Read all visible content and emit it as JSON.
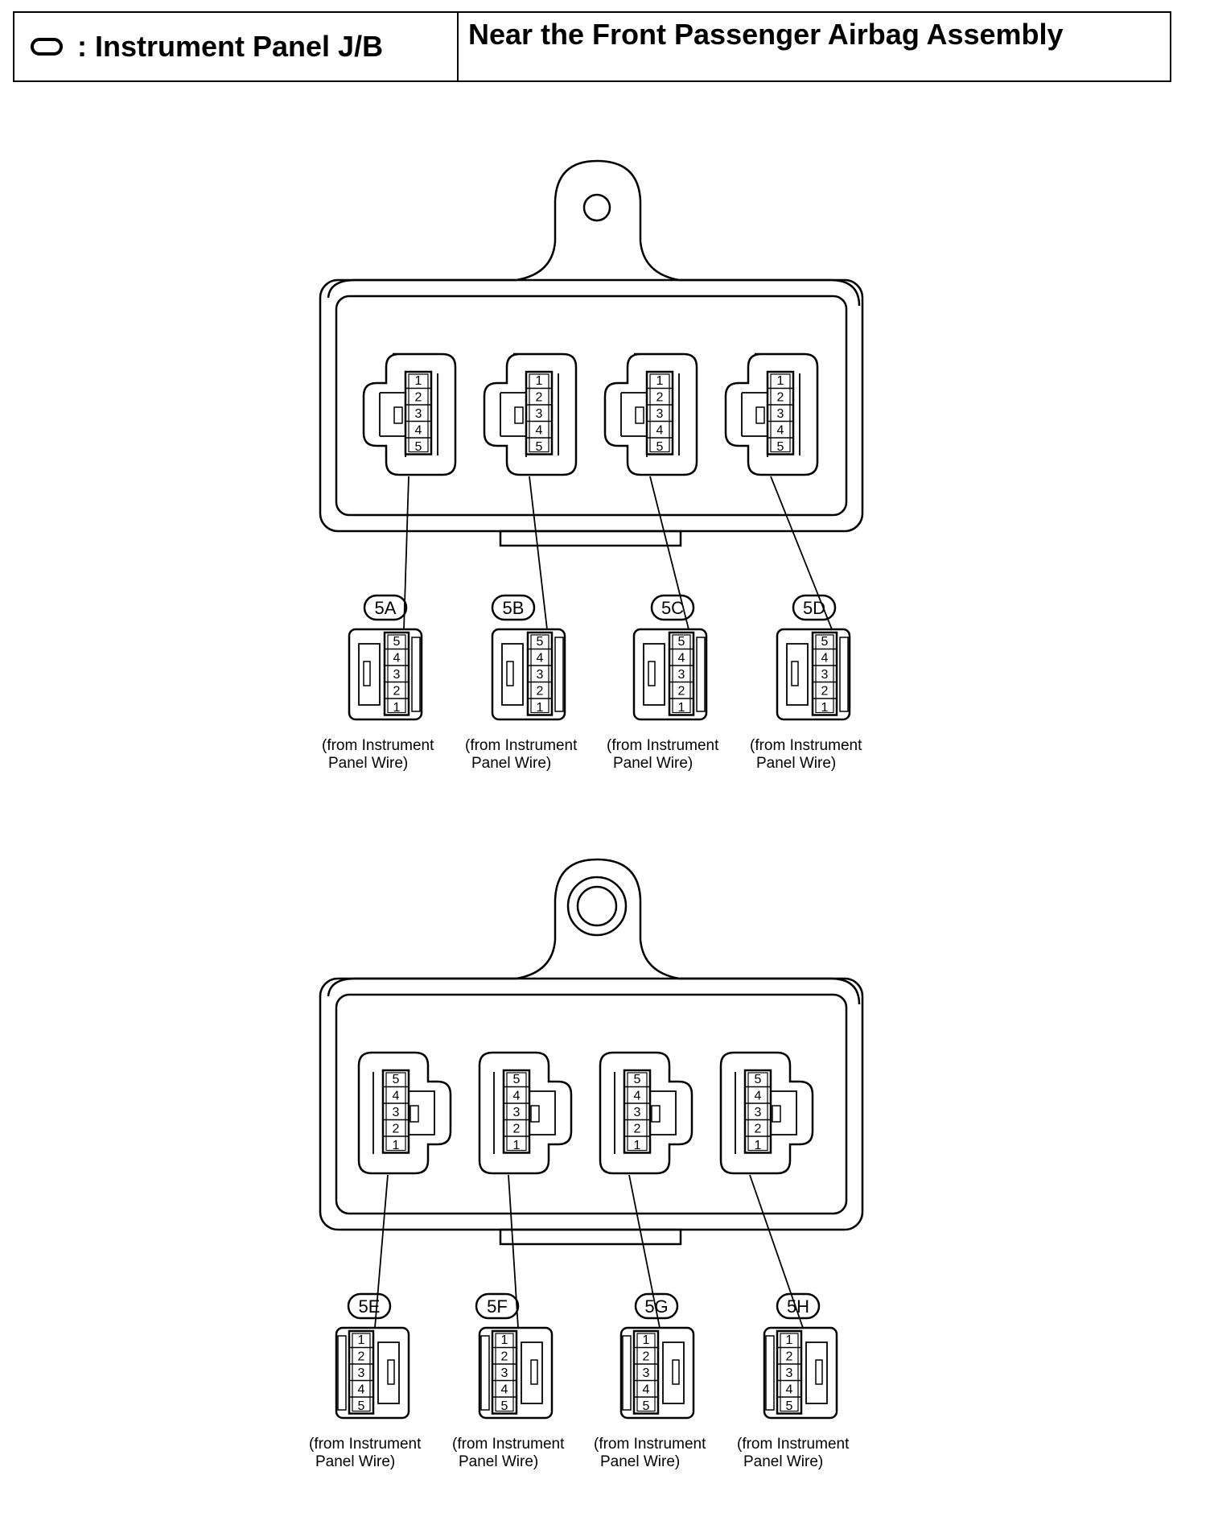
{
  "header": {
    "left_label": ": Instrument Panel J/B",
    "right_label": "Near the Front Passenger Airbag Assembly",
    "symbol_icon": "rounded-oval-junction-block-icon"
  },
  "caption_lines": [
    "(from Instrument",
    "Panel Wire)"
  ],
  "blocks": [
    {
      "board_pins": [
        "1",
        "2",
        "3",
        "4",
        "5"
      ],
      "plug_pins": [
        "5",
        "4",
        "3",
        "2",
        "1"
      ],
      "connectors": [
        "5A",
        "5B",
        "5C",
        "5D"
      ]
    },
    {
      "board_pins": [
        "5",
        "4",
        "3",
        "2",
        "1"
      ],
      "plug_pins": [
        "1",
        "2",
        "3",
        "4",
        "5"
      ],
      "connectors": [
        "5E",
        "5F",
        "5G",
        "5H"
      ]
    }
  ]
}
